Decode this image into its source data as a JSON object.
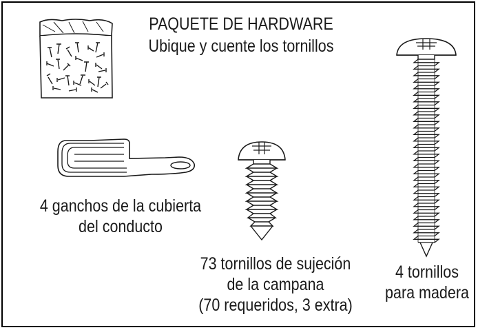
{
  "header": {
    "title": "PAQUETE DE HARDWARE",
    "subtitle": "Ubique y cuente los tornillos"
  },
  "items": {
    "hooks": {
      "line1": "4 ganchos de la cubierta",
      "line2": "del conducto"
    },
    "hood_screws": {
      "line1": "73 tornillos de sujeción",
      "line2": "de la campana",
      "line3": "(70 requeridos, 3 extra)"
    },
    "wood_screws": {
      "line1": "4 tornillos",
      "line2": "para madera"
    }
  },
  "colors": {
    "line": "#1a1a1a",
    "background": "#ffffff"
  }
}
